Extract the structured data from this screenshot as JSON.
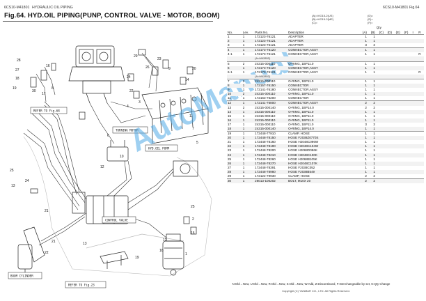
{
  "header": {
    "left_code": "6CS10-M41801",
    "left_section": "HYDRAULIC OIL PIPING",
    "right_code": "6CS10-M41801",
    "right_fig": "Fig.64",
    "title": "Fig.64.  HYD.OIL PIPING(PUNP, CONTROL VALVE - MOTOR, BOOM)"
  },
  "legend": {
    "lines": [
      "(A)=VIO15-2(US)",
      "(B)=VIO15-2(ME)",
      "(C)="
    ],
    "lines_right": [
      "(D)=",
      "(E)=",
      "(F)="
    ]
  },
  "table": {
    "headers": {
      "no": "No.",
      "lev": "Lev.",
      "pn": "Parts No.",
      "desc": "Description",
      "qty": "Qty",
      "i": "I",
      "r": "R"
    },
    "qty_cols": [
      "(A)",
      "(B)",
      "(C)",
      "(D)",
      "(E)",
      "(F)"
    ],
    "rows": [
      {
        "no": "1",
        "lev": "1",
        "pn": "172123-76121",
        "desc": "ADAPTER",
        "a": "1",
        "b": "1",
        "r": "",
        "g": true
      },
      {
        "no": "2",
        "lev": "1",
        "pn": "172123-76121",
        "desc": "ADAPTER",
        "a": "1",
        "b": "1",
        "r": ""
      },
      {
        "no": "3",
        "lev": "1",
        "pn": "172123-76121",
        "desc": "ADAPTER",
        "a": "3",
        "b": "3",
        "r": ""
      },
      {
        "no": "4",
        "lev": "1",
        "pn": "172173-76120",
        "desc": "CONNECTOR,ASSY",
        "a": "1",
        "b": "1",
        "r": "",
        "g": true
      },
      {
        "no": "4-1",
        "lev": "1",
        "pn": "172173-76121",
        "desc": "CONNECTOR,ASSY",
        "a": "1",
        "b": "1",
        "r": "R"
      },
      {
        "no": "",
        "lev": "",
        "pn": "(A=M42852)",
        "desc": "",
        "a": "",
        "b": "",
        "r": "",
        "note": true
      },
      {
        "no": "5",
        "lev": "2",
        "pn": "24315-000110",
        "desc": "O-RING, 1BP11.0",
        "a": "1",
        "b": "1",
        "r": "",
        "g": true
      },
      {
        "no": "6",
        "lev": "1",
        "pn": "172173-76120",
        "desc": "CONNECTOR,ASSY",
        "a": "1",
        "b": "1",
        "r": ""
      },
      {
        "no": "6-1",
        "lev": "1",
        "pn": "172173-76121",
        "desc": "CONNECTOR,ASSY",
        "a": "1",
        "b": "1",
        "r": "R"
      },
      {
        "no": "",
        "lev": "",
        "pn": "(A=M42852)",
        "desc": "",
        "a": "",
        "b": "",
        "r": "",
        "note": true
      },
      {
        "no": "7",
        "lev": "2",
        "pn": "24315-000110",
        "desc": "O-RING, 1BP11.0",
        "a": "1",
        "b": "1",
        "r": "",
        "g": true
      },
      {
        "no": "8",
        "lev": "1",
        "pn": "172157-76150",
        "desc": "CONNECTOR",
        "a": "1",
        "b": "1",
        "r": ""
      },
      {
        "no": "9",
        "lev": "1",
        "pn": "172141-76180",
        "desc": "CONNECTOR,ASSY",
        "a": "1",
        "b": "1",
        "r": ""
      },
      {
        "no": "10",
        "lev": "2",
        "pn": "24315-000110",
        "desc": "O-RING, 1BP11.0",
        "a": "1",
        "b": "1",
        "r": ""
      },
      {
        "no": "11",
        "lev": "1",
        "pn": "172163-76200",
        "desc": "CONNECTOR",
        "a": "1",
        "b": "1",
        "r": ""
      },
      {
        "no": "12",
        "lev": "1",
        "pn": "172141-76800",
        "desc": "CONNECTOR,ASSY",
        "a": "2",
        "b": "2",
        "r": "",
        "g": true
      },
      {
        "no": "13",
        "lev": "2",
        "pn": "24315-000140",
        "desc": "O-RING, 1BP14.0",
        "a": "2",
        "b": "2",
        "r": ""
      },
      {
        "no": "14",
        "lev": "1",
        "pn": "24315-000110",
        "desc": "O-RING, 1BP11.0",
        "a": "1",
        "b": "1",
        "r": ""
      },
      {
        "no": "15",
        "lev": "1",
        "pn": "24315-000110",
        "desc": "O-RING, 1BP11.0",
        "a": "1",
        "b": "1",
        "r": ""
      },
      {
        "no": "16",
        "lev": "1",
        "pn": "24315-000110",
        "desc": "O-RING, 1BP11.0",
        "a": "1",
        "b": "1",
        "r": ""
      },
      {
        "no": "17",
        "lev": "1",
        "pn": "24315-000110",
        "desc": "O-RING, 1BP11.0",
        "a": "3",
        "b": "3",
        "r": ""
      },
      {
        "no": "18",
        "lev": "1",
        "pn": "24315-000140",
        "desc": "O-RING, 1BP14.0",
        "a": "1",
        "b": "1",
        "r": ""
      },
      {
        "no": "19",
        "lev": "1",
        "pn": "172448-77910",
        "desc": "CLAMP, HOSE",
        "a": "1",
        "b": "1",
        "r": "",
        "g": true
      },
      {
        "no": "20",
        "lev": "1",
        "pn": "172448-78150",
        "desc": "HOSE F2038Z0770S",
        "a": "1",
        "b": "1",
        "r": ""
      },
      {
        "no": "21",
        "lev": "1",
        "pn": "172448-78160",
        "desc": "HOSE H2048C096W",
        "a": "1",
        "b": "1",
        "r": ""
      },
      {
        "no": "22",
        "lev": "1",
        "pn": "172448-78190",
        "desc": "HOSE H2048C104W",
        "a": "1",
        "b": "1",
        "r": ""
      },
      {
        "no": "23",
        "lev": "1",
        "pn": "172448-78200",
        "desc": "HOSE H2068D086K",
        "a": "1",
        "b": "1",
        "r": ""
      },
      {
        "no": "24",
        "lev": "1",
        "pn": "172448-78210",
        "desc": "HOSE H2048C100K",
        "a": "1",
        "b": "1",
        "r": ""
      },
      {
        "no": "25",
        "lev": "1",
        "pn": "172448-78260",
        "desc": "HOSE H2068B105K",
        "a": "1",
        "b": "1",
        "r": ""
      },
      {
        "no": "26",
        "lev": "1",
        "pn": "172448-78270",
        "desc": "HOSE H2048C107K",
        "a": "1",
        "b": "1",
        "r": ""
      },
      {
        "no": "27",
        "lev": "1",
        "pn": "172448-78391",
        "desc": "HOSE F2038C052",
        "a": "1",
        "b": "1",
        "r": ""
      },
      {
        "no": "28",
        "lev": "1",
        "pn": "172448-78980",
        "desc": "HOSE F2038B549",
        "a": "1",
        "b": "1",
        "r": ""
      },
      {
        "no": "29",
        "lev": "1",
        "pn": "172122-79930",
        "desc": "CLAMP, HOSE",
        "a": "2",
        "b": "2",
        "r": ""
      },
      {
        "no": "30",
        "lev": "1",
        "pn": "26013-100202",
        "desc": "BOLT, M10X 20",
        "a": "2",
        "b": "2",
        "r": "",
        "g": true
      }
    ]
  },
  "diagram_labels": {
    "turning_motor": "TURNING MOTOR",
    "hyd_pump": "HYD.OIL PUMP",
    "control_valve": "CONTROL VALVE",
    "boom_cylinder": "BOOM CYLINDER",
    "refer_fig68": "REFER TO Fig.68",
    "refer_fig23": "REFER TO Fig.23"
  },
  "callouts": [
    "28",
    "27",
    "18",
    "19",
    "30",
    "17",
    "8",
    "16",
    "29",
    "26",
    "23",
    "9",
    "24",
    "14",
    "20",
    "22",
    "3",
    "11",
    "7",
    "5",
    "4",
    "6",
    "10",
    "12",
    "25",
    "13",
    "24",
    "25",
    "2",
    "15",
    "1",
    "21",
    "13",
    "21",
    "19",
    "12",
    "16",
    "22"
  ],
  "footer": "N:Old→New, U:Old→New, R:Old→New, S:Old→New, W:Add, Z:Discontinued, F:Interchangeable by set, K:Qty Change",
  "copyright": "Copyright (C) YANMAR CO., LTD. All Rights Reserved.",
  "watermark": "AutoManual"
}
